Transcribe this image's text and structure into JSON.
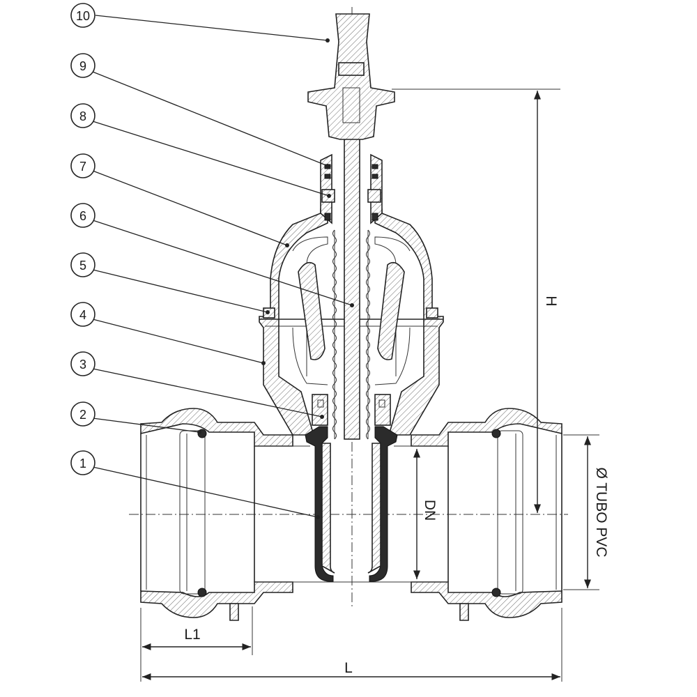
{
  "callouts": [
    "1",
    "2",
    "3",
    "4",
    "5",
    "6",
    "7",
    "8",
    "9",
    "10"
  ],
  "dimensions": {
    "L": "L",
    "L1": "L1",
    "H": "H",
    "DN": "DN",
    "pipe": "Ø TUBO PVC"
  },
  "colors": {
    "line": "#222222",
    "hatch": "#555555",
    "seal": "#2b2b2b",
    "background": "#ffffff"
  }
}
